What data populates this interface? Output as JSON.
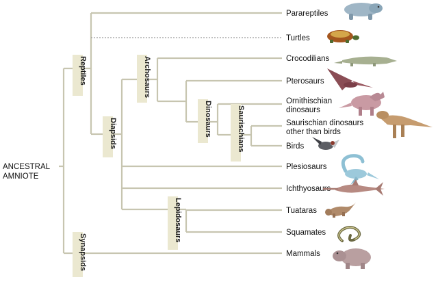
{
  "root_label": [
    "ANCESTRAL",
    "AMNIOTE"
  ],
  "clades": {
    "reptiles": "Reptiles",
    "synapsids": "Synapsids",
    "diapsids": "Diapsids",
    "archosaurs": "Archosaurs",
    "lepidosaurs": "Lepidosaurs",
    "dinosaurs": "Dinosaurs",
    "saurischians": "Saurischians"
  },
  "taxa": {
    "parareptiles": "Parareptiles",
    "turtles": "Turtles",
    "crocodilians": "Crocodilians",
    "pterosaurs": "Pterosaurs",
    "ornithischian": [
      "Ornithischian",
      "dinosaurs"
    ],
    "saurischian": [
      "Saurischian dinosaurs",
      "other than birds"
    ],
    "birds": "Birds",
    "plesiosaurs": "Plesiosaurs",
    "ichthyosaurs": "Ichthyosaurs",
    "tuataras": "Tuataras",
    "squamates": "Squamates",
    "mammals": "Mammals"
  },
  "colors": {
    "branch": "#c7c5b0",
    "label_box": "#ebe8d0",
    "turtles_line": "#9a9a9a"
  },
  "icons": [
    "rhino-like-reptile-icon",
    "turtle-icon",
    "crocodile-icon",
    "pterosaur-icon",
    "ornithischian-dinosaur-icon",
    "theropod-dinosaur-icon",
    "bird-icon",
    "plesiosaur-icon",
    "ichthyosaur-icon",
    "tuatara-icon",
    "snake-icon",
    "hippo-icon"
  ]
}
